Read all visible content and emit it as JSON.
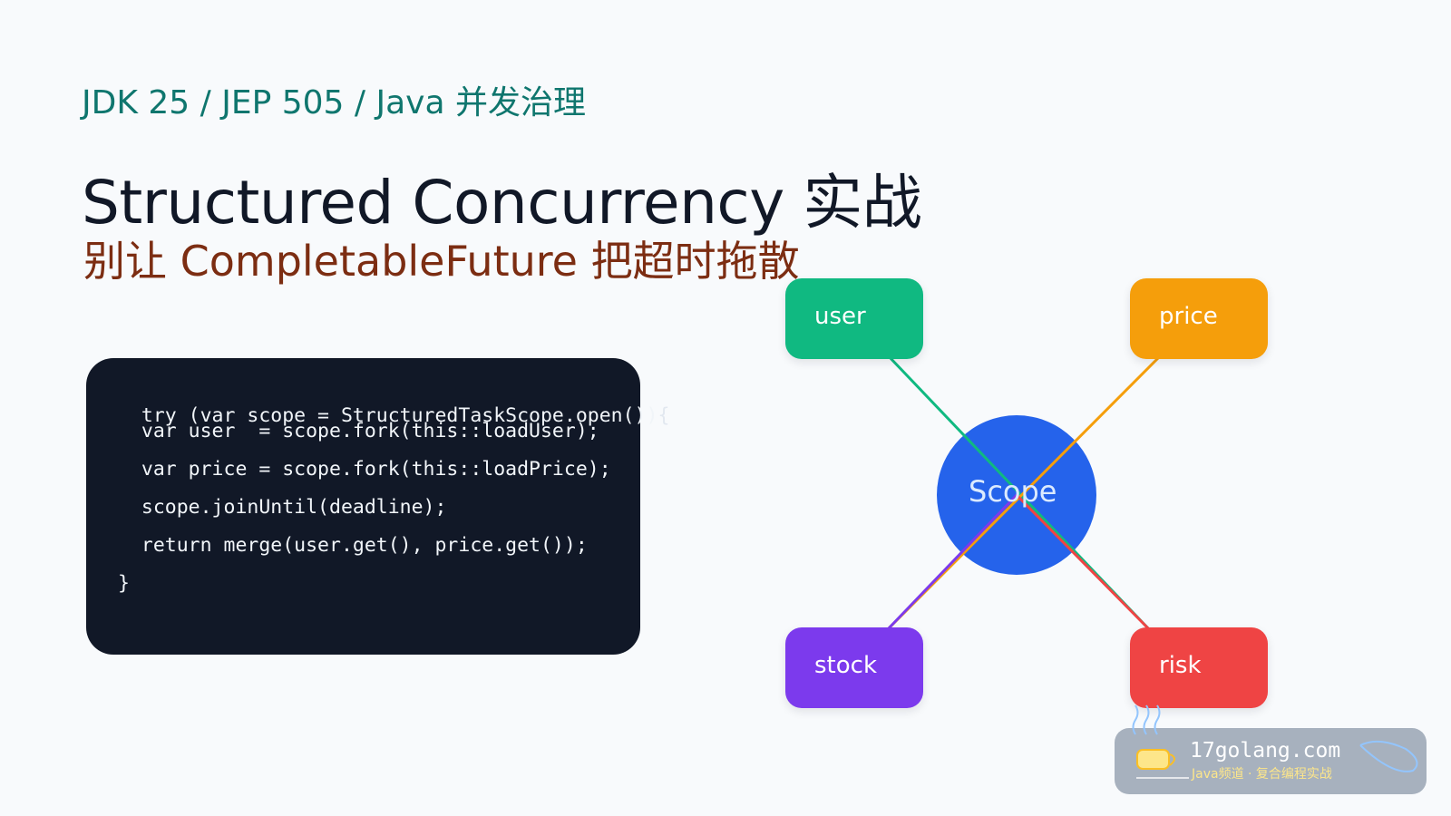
{
  "header": {
    "eyebrow": "JDK 25 / JEP 505 / Java 并发治理",
    "title": "Structured Concurrency 实战",
    "subtitle": "别让 CompletableFuture 把超时拖散"
  },
  "code": {
    "lines": [
      "try (var scope = StructuredTaskScope.open())",
      "  var user  = scope.fork(this::loadUser);",
      "  var price = scope.fork(this::loadPrice);",
      "  scope.joinUntil(deadline);",
      "  return merge(user.get(), price.get());",
      "}"
    ],
    "overflow_brace": "{"
  },
  "diagram": {
    "center": {
      "label": "Scope",
      "color": "#2563eb"
    },
    "nodes": [
      {
        "id": "user",
        "label": "user",
        "color": "#10b981",
        "line_color": "#10b981"
      },
      {
        "id": "price",
        "label": "price",
        "color": "#f59e0b",
        "line_color": "#f59e0b"
      },
      {
        "id": "stock",
        "label": "stock",
        "color": "#7c3aed",
        "line_color": "#7c3aed"
      },
      {
        "id": "risk",
        "label": "risk",
        "color": "#ef4444",
        "line_color": "#ef4444"
      }
    ]
  },
  "watermark": {
    "site": "17golang.com",
    "tagline": "Java频道 · 复合编程实战"
  }
}
